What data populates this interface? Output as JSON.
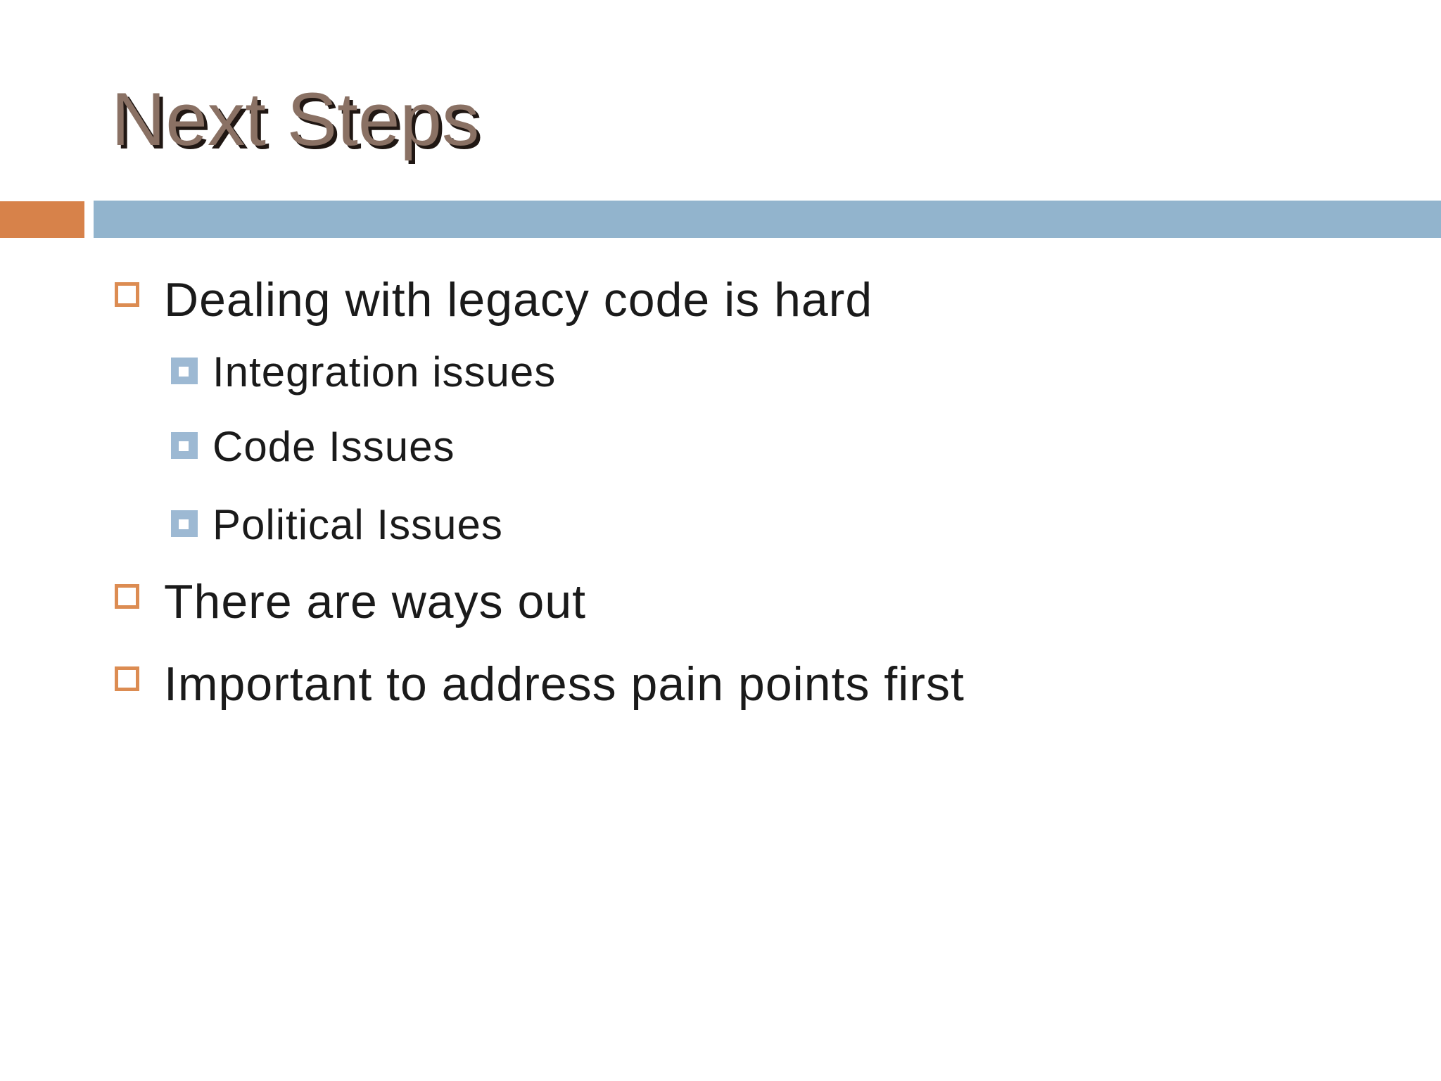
{
  "slide": {
    "title": "Next Steps",
    "bullets": [
      {
        "level": 1,
        "text": "Dealing with legacy code is hard"
      },
      {
        "level": 2,
        "text": "Integration issues"
      },
      {
        "level": 2,
        "text": "Code Issues"
      },
      {
        "level": 2,
        "text": "Political Issues"
      },
      {
        "level": 1,
        "text": "There are ways out"
      },
      {
        "level": 1,
        "text": "Important to address pain points first"
      }
    ],
    "colors": {
      "accent_orange": "#D7824A",
      "accent_blue": "#92B4CD",
      "bullet_orange": "#DC8C52",
      "bullet_blue": "#9DB9D3",
      "title_color": "#8A7164",
      "title_shadow": "#201713",
      "body_text": "#1A1A1A",
      "background": "#FFFFFF"
    }
  }
}
